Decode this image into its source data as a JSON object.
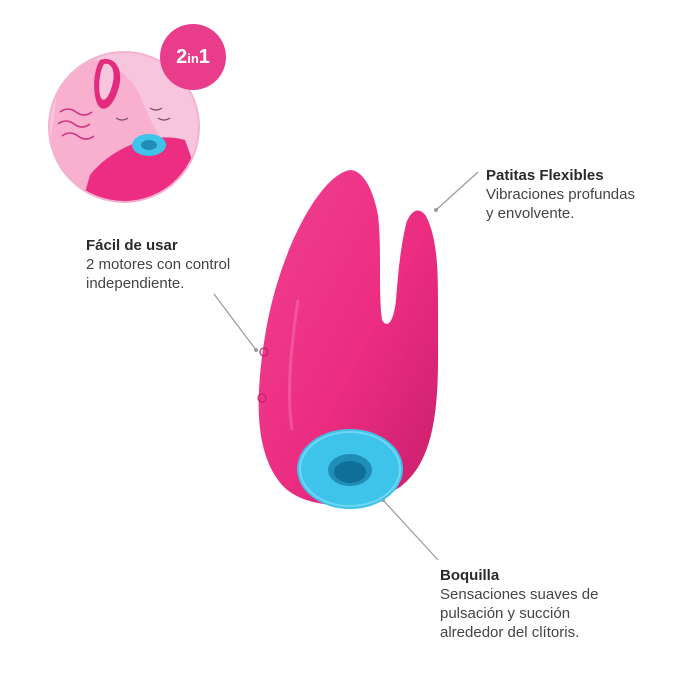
{
  "badge": {
    "text_a": "2",
    "text_b": "in",
    "text_c": "1"
  },
  "features": {
    "easy": {
      "title": "Fácil de usar",
      "line1": "2 motores con control",
      "line2": "independiente."
    },
    "legs": {
      "title": "Patitas Flexibles",
      "line1": "Vibraciones profundas",
      "line2": "y envolvente."
    },
    "mouth": {
      "title": "Boquilla",
      "line1": "Sensaciones suaves de",
      "line2": "pulsación y succión",
      "line3": "alrededor del clítoris."
    }
  },
  "colors": {
    "product_pink": "#ec2d82",
    "nozzle_blue": "#3ec3ea",
    "badge_pink": "#e93d8c",
    "leader_gray": "#9a9a9a",
    "inset_bg": "#f7c6dc"
  },
  "icons": [
    "usage-diagram-icon",
    "product-device-image"
  ]
}
